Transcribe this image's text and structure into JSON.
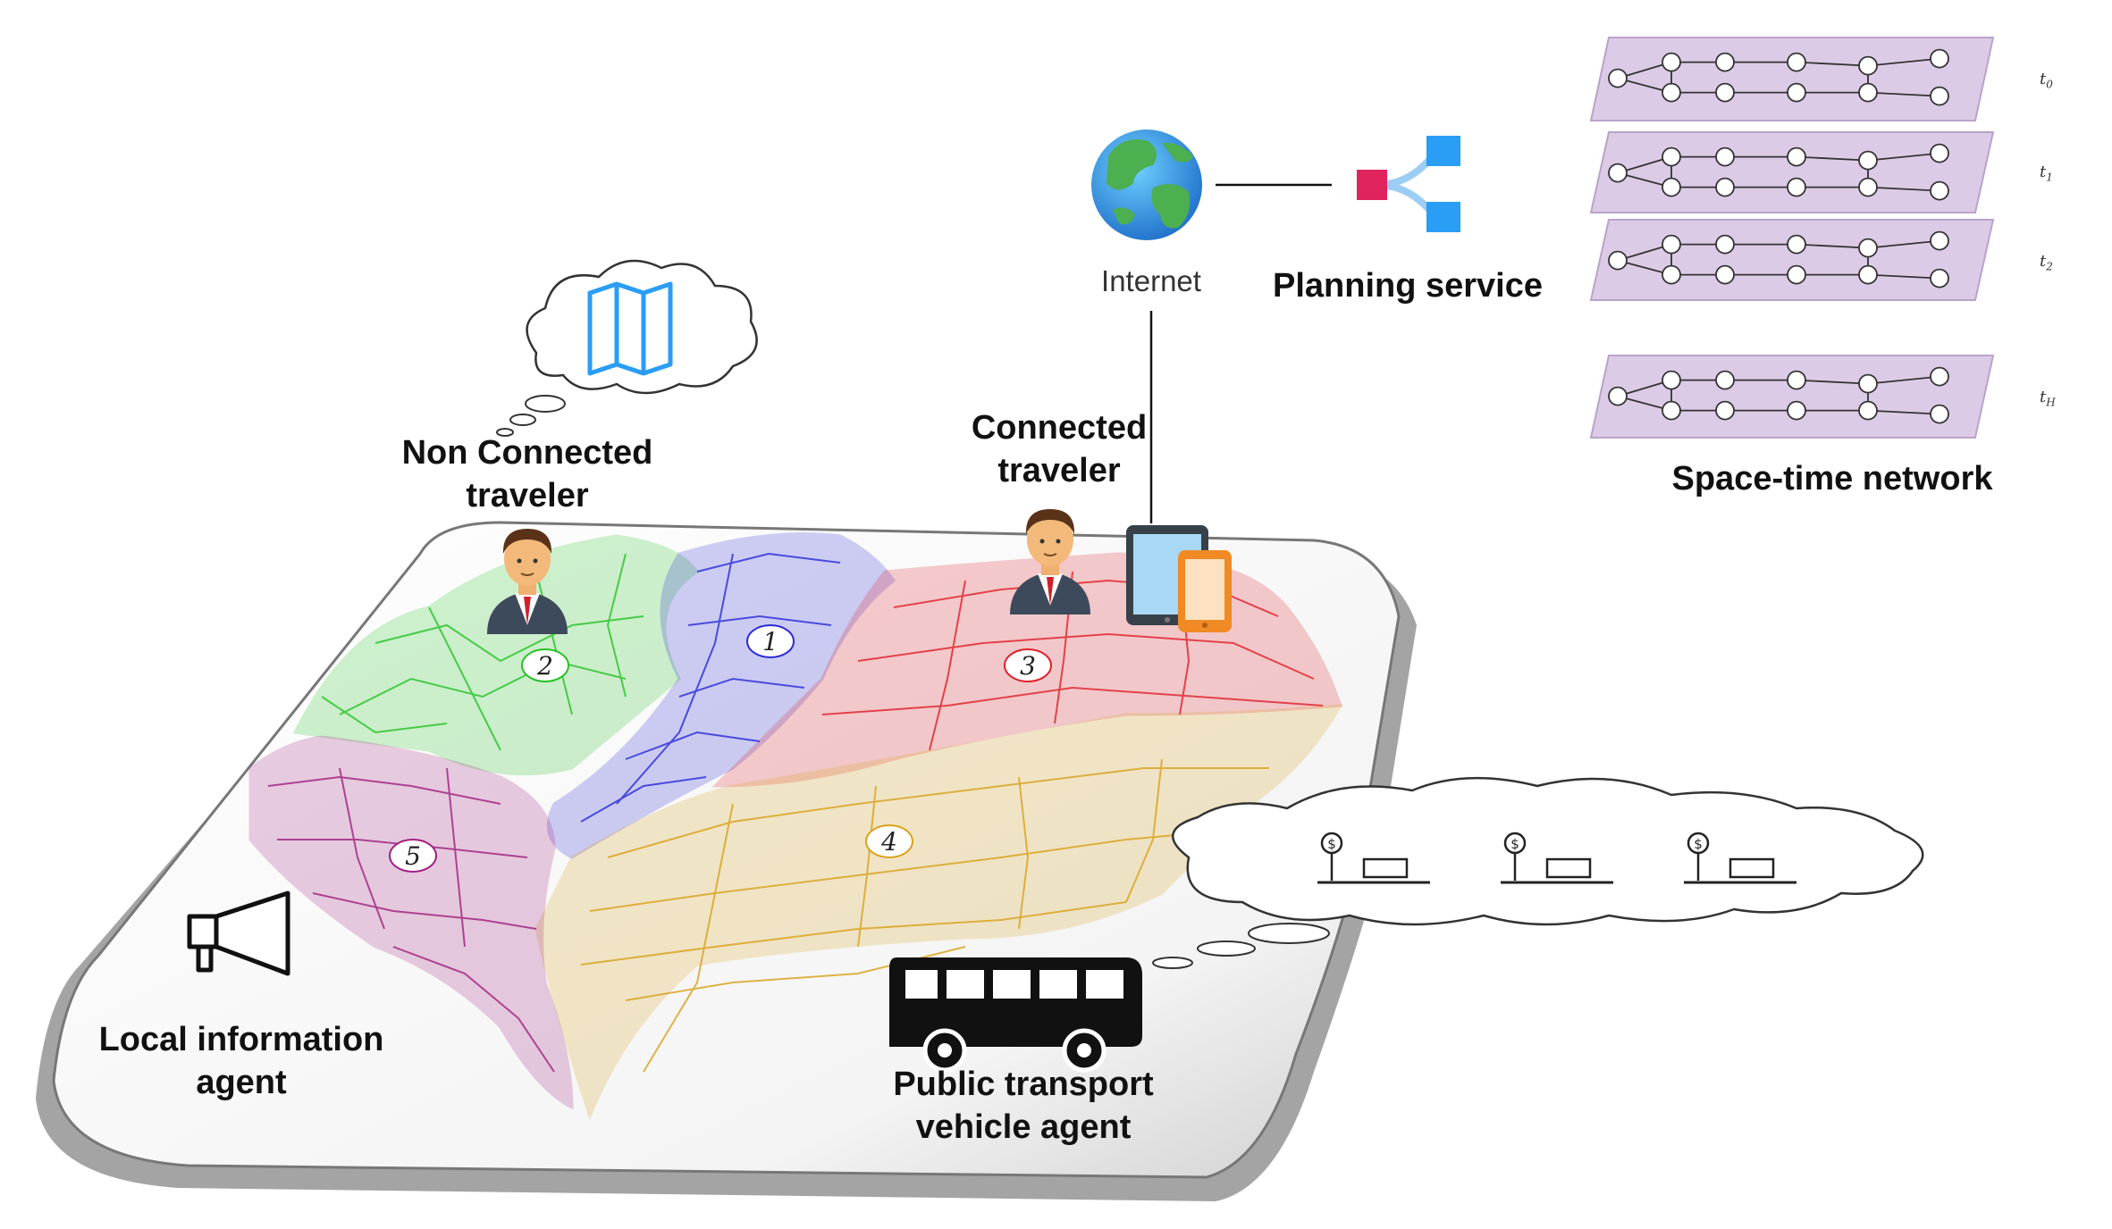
{
  "labels": {
    "internet": "Internet",
    "planning_service": "Planning service",
    "space_time_network": "Space-time network",
    "non_connected_traveler_1": "Non Connected",
    "non_connected_traveler_2": "traveler",
    "connected_traveler_1": "Connected",
    "connected_traveler_2": "traveler",
    "local_info_agent_1": "Local information",
    "local_info_agent_2": "agent",
    "pt_vehicle_agent_1": "Public transport",
    "pt_vehicle_agent_2": "vehicle agent"
  },
  "time_layers": [
    {
      "base": "t",
      "sub": "0"
    },
    {
      "base": "t",
      "sub": "1"
    },
    {
      "base": "t",
      "sub": "2"
    },
    {
      "base": "t",
      "sub": "H"
    }
  ],
  "zones": [
    {
      "label": "1",
      "color": "#2a2ad8"
    },
    {
      "label": "2",
      "color": "#27c227"
    },
    {
      "label": "3",
      "color": "#e0202a"
    },
    {
      "label": "4",
      "color": "#d8a21a"
    },
    {
      "label": "5",
      "color": "#a0207e"
    }
  ],
  "icons": [
    "globe-icon",
    "planning-service-icon",
    "map-icon",
    "person-icon",
    "tablet-icon",
    "phone-icon",
    "megaphone-icon",
    "bus-icon",
    "bus-stop-icon"
  ],
  "colors": {
    "layer_fill": "#dccbe6",
    "layer_stroke": "#b9a3c9",
    "service_pink": "#e0245e",
    "service_blue": "#2a9df4"
  }
}
